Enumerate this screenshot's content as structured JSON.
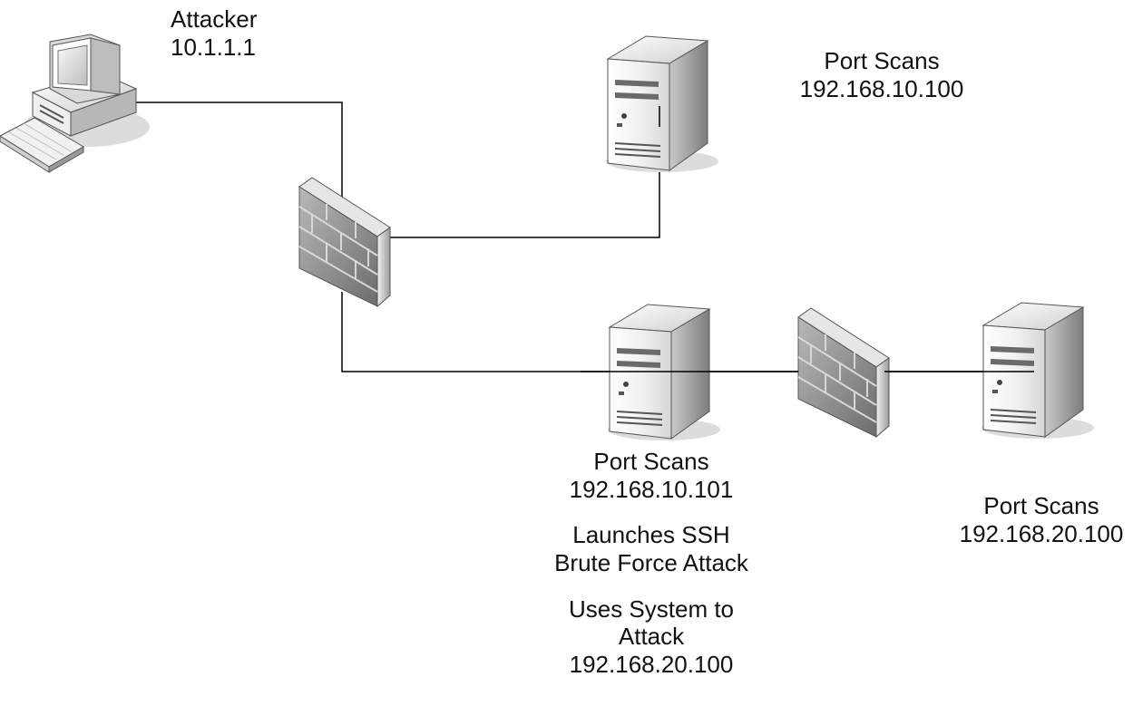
{
  "nodes": {
    "attacker": {
      "name": "Attacker",
      "ip": "10.1.1.1",
      "icon": "workstation-icon"
    },
    "server_top": {
      "action": "Port Scans",
      "ip": "192.168.10.100",
      "icon": "server-icon"
    },
    "server_mid": {
      "action": "Port Scans",
      "ip": "192.168.10.101",
      "note1_line1": "Launches SSH",
      "note1_line2": "Brute Force Attack",
      "note2_line1": "Uses System to",
      "note2_line2": "Attack",
      "note2_line3": "192.168.20.100",
      "icon": "server-icon"
    },
    "server_right": {
      "action": "Port Scans",
      "ip": "192.168.20.100",
      "icon": "server-icon"
    },
    "firewall_1": {
      "icon": "firewall-icon"
    },
    "firewall_2": {
      "icon": "firewall-icon"
    }
  },
  "colors": {
    "line": "#000000",
    "device_light": "#f4f4f4",
    "device_dark": "#8a8a8a",
    "brick": "#9a9a9a"
  }
}
